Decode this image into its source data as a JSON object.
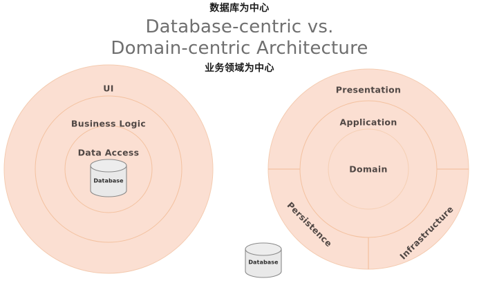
{
  "header": {
    "cn_top": "数据库为中心",
    "title_line1": "Database-centric vs.",
    "title_line2": "Domain-centric Architecture",
    "cn_bottom": "业务领域为中心"
  },
  "colors": {
    "ring_fill": "#fbdfd2",
    "ring_stroke": "#f3c9ac",
    "label_text": "#514845",
    "title_text": "#6f6f6f",
    "cn_text": "#1a1a1a",
    "db_fill": "#e8e8e8",
    "db_stroke": "#8a8a8a",
    "background": "#ffffff"
  },
  "left_diagram": {
    "name": "database-centric-architecture",
    "rings": [
      {
        "label": "UI",
        "level": "outer"
      },
      {
        "label": "Business Logic",
        "level": "middle"
      },
      {
        "label": "Data Access",
        "level": "inner"
      }
    ],
    "center_node": {
      "label": "Database",
      "shape": "cylinder"
    }
  },
  "right_diagram": {
    "name": "domain-centric-architecture",
    "rings": [
      {
        "label": "Presentation",
        "level": "outer"
      },
      {
        "label": "Application",
        "level": "middle"
      },
      {
        "label": "Domain",
        "level": "inner"
      }
    ],
    "sectors": [
      {
        "label": "Persistence",
        "position": "bottom-left",
        "rotation": 45
      },
      {
        "label": "Infrastructure",
        "position": "bottom-right",
        "rotation": -45
      }
    ]
  },
  "bottom_node": {
    "label": "Database",
    "shape": "cylinder"
  }
}
